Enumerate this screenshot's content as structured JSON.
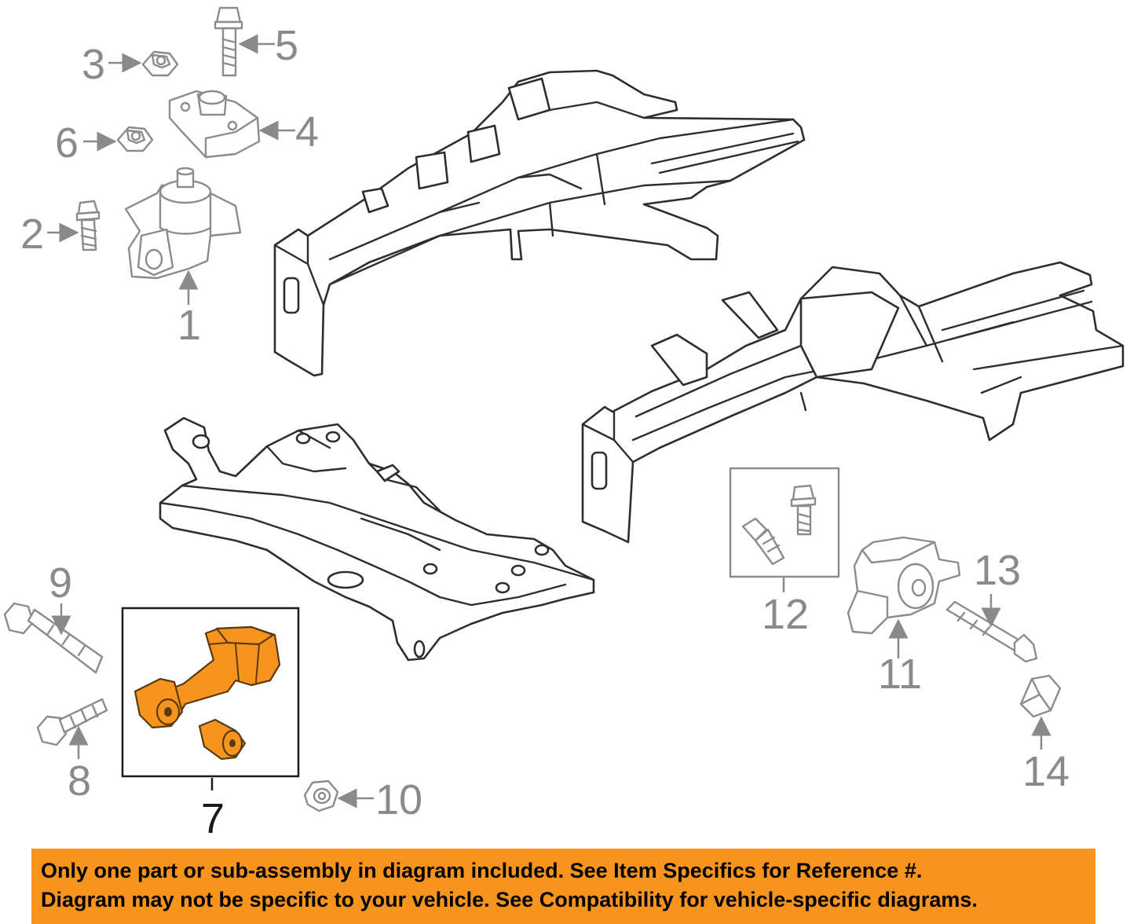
{
  "callouts": {
    "c1": "1",
    "c2": "2",
    "c3": "3",
    "c4": "4",
    "c5": "5",
    "c6": "6",
    "c7": "7",
    "c8": "8",
    "c9": "9",
    "c10": "10",
    "c11": "11",
    "c12": "12",
    "c13": "13",
    "c14": "14"
  },
  "highlighted_part": "7",
  "colors": {
    "highlight": "#f7941d",
    "part_outline": "#8c8c8c",
    "frame_outline": "#2e2e2e",
    "callout_text": "#8a8a8a",
    "notice_background": "#f7941d"
  },
  "notice": {
    "line1": "Only one part or sub-assembly in diagram included. See Item Specifics for Reference #.",
    "line2": "Diagram may not be specific to your vehicle. See Compatibility for vehicle-specific diagrams."
  }
}
